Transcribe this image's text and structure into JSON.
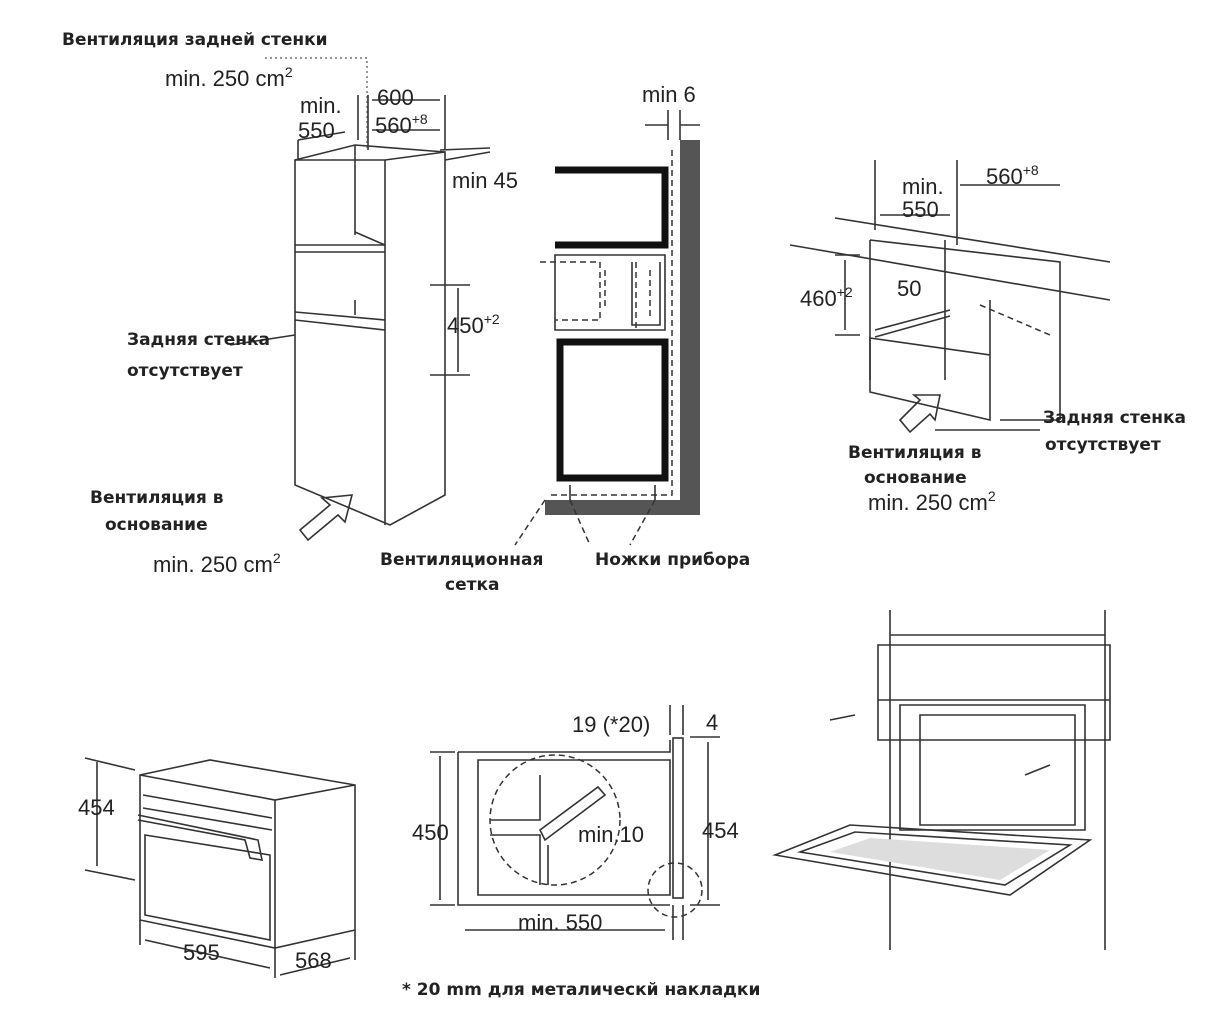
{
  "tall_cabinet": {
    "rear_vent_title": "Вентиляция задней стенки",
    "rear_vent_area": "min. 250 cm",
    "sup2": "2",
    "min_label": "min.",
    "depth_min": "550",
    "width_outer": "600",
    "width_inner": "560",
    "width_tol": "+8",
    "top_gap": "min 45",
    "niche_height": "450",
    "niche_tol": "+2",
    "no_back_wall_1": "Задняя стенка",
    "no_back_wall_2": "отсутствует",
    "base_vent_1": "Вентиляция в",
    "base_vent_2": "основание",
    "base_vent_area": "min. 250 cm"
  },
  "section": {
    "gap": "min 6",
    "grille_1": "Вентиляционная",
    "grille_2": "сетка",
    "feet": "Ножки прибора"
  },
  "under_counter": {
    "min_label": "min.",
    "depth_min": "550",
    "width": "560",
    "width_tol": "+8",
    "height": "460",
    "height_tol": "+2",
    "gap": "50",
    "no_back_wall_1": "Задняя стенка",
    "no_back_wall_2": "отсутствует",
    "base_vent_1": "Вентиляция в",
    "base_vent_2": "основание",
    "base_vent_area": "min. 250 cm",
    "sup2": "2"
  },
  "appliance": {
    "height": "454",
    "width": "595",
    "depth": "568"
  },
  "side_section": {
    "panel": "19 (*20)",
    "offset": "4",
    "niche_height": "450",
    "front_height": "454",
    "clearance": "min.10",
    "depth_min": "min. 550"
  },
  "footnote": "* 20 mm для металическй накладки"
}
